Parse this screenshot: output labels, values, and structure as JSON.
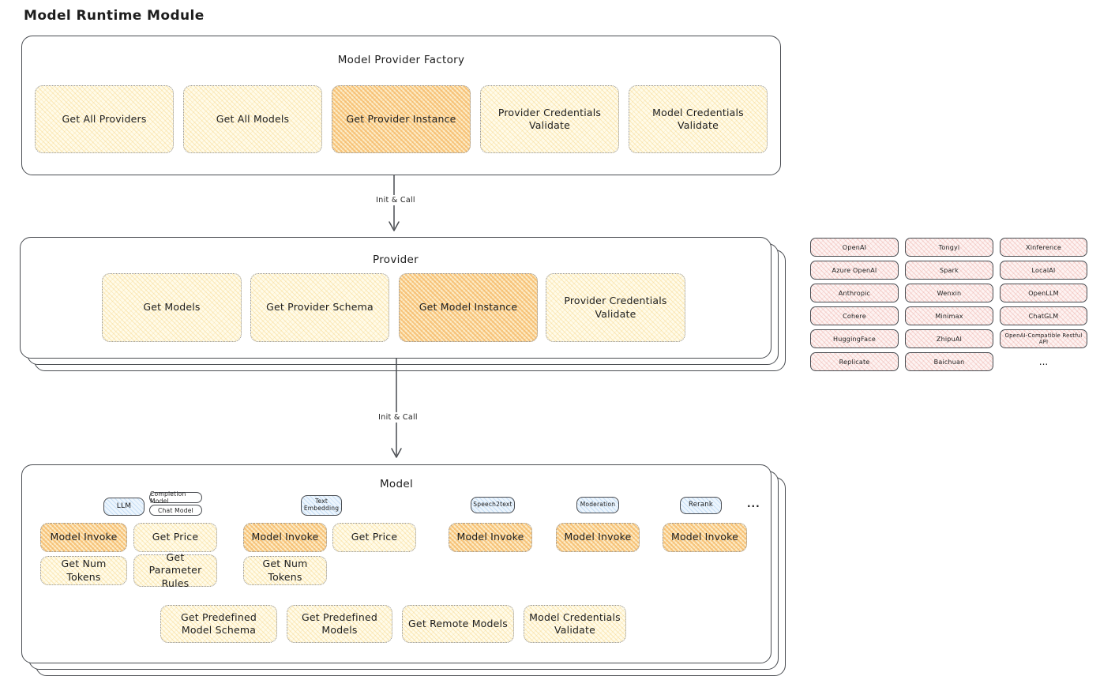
{
  "page": {
    "title": "Model Runtime Module"
  },
  "colors": {
    "stroke": "#494c51",
    "yellow_light": "#fffbe9",
    "yellow_highlight": "#f3a641",
    "pink": "#e99e96",
    "blue": "#8cb9e8"
  },
  "factory": {
    "title": "Model Provider Factory",
    "boxes": [
      "Get All Providers",
      "Get All Models",
      "Get Provider Instance",
      "Provider Credentials Validate",
      "Model Credentials Validate"
    ]
  },
  "arrows": {
    "label1": "Init & Call",
    "label2": "Init & Call"
  },
  "provider": {
    "title": "Provider",
    "boxes": [
      "Get Models",
      "Get Provider Schema",
      "Get Model Instance",
      "Provider Credentials Validate"
    ]
  },
  "provider_list": {
    "items": [
      "OpenAI",
      "Tongyi",
      "Xinference",
      "Azure OpenAI",
      "Spark",
      "LocalAI",
      "Anthropic",
      "Wenxin",
      "OpenLLM",
      "Cohere",
      "Minimax",
      "ChatGLM",
      "HuggingFace",
      "ZhipuAI",
      "OpenAI-Compatible Restful API",
      "Replicate",
      "Baichuan"
    ],
    "more": "..."
  },
  "model": {
    "title": "Model",
    "more": "...",
    "groups": [
      {
        "tag": "LLM",
        "subtags": [
          "Completion Model",
          "Chat Model"
        ],
        "boxes": [
          "Model Invoke",
          "Get Price",
          "Get Num Tokens",
          "Get Parameter Rules"
        ]
      },
      {
        "tag": "Text Embedding",
        "boxes": [
          "Model Invoke",
          "Get Price",
          "Get Num Tokens"
        ]
      },
      {
        "tag": "Speech2text",
        "boxes": [
          "Model Invoke"
        ]
      },
      {
        "tag": "Moderation",
        "boxes": [
          "Model Invoke"
        ]
      },
      {
        "tag": "Rerank",
        "boxes": [
          "Model Invoke"
        ]
      }
    ],
    "bottom_boxes": [
      "Get Predefined Model Schema",
      "Get Predefined Models",
      "Get Remote Models",
      "Model Credentials Validate"
    ]
  }
}
